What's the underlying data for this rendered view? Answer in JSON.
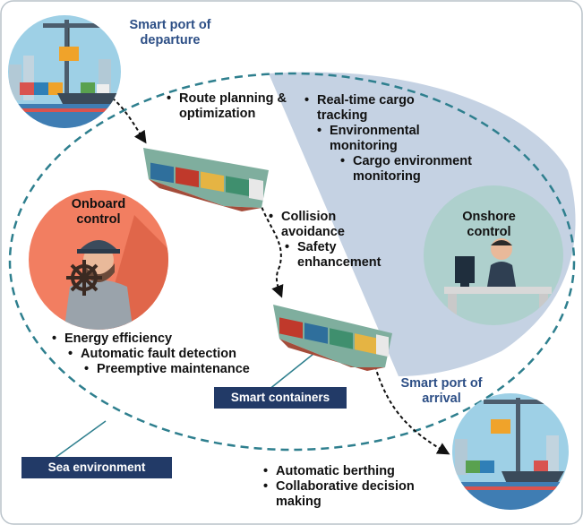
{
  "nodes": {
    "departure_port": "Smart port of departure",
    "onboard_control": "Onboard control",
    "onshore_control": "Onshore control",
    "arrival_port": "Smart port of arrival"
  },
  "labels": {
    "smart_containers": "Smart containers",
    "sea_environment": "Sea environment"
  },
  "functions": {
    "route": [
      "Route planning & optimization"
    ],
    "onshore": [
      "Real-time cargo tracking",
      "Environmental monitoring",
      "Cargo environment monitoring"
    ],
    "collision": [
      "Collision avoidance",
      "Safety enhancement"
    ],
    "onboard": [
      "Energy efficiency",
      "Automatic fault detection",
      "Preemptive maintenance"
    ],
    "berthing": [
      "Automatic berthing",
      "Collaborative decision making"
    ]
  },
  "colors": {
    "onshore_region": "#c5d2e3",
    "onboard_circle": "#f27e61",
    "onshore_circle": "#aed0cd",
    "tag_background": "#223a67",
    "sea_boundary": "#2e7f8e",
    "title_text": "#2d4f86"
  }
}
